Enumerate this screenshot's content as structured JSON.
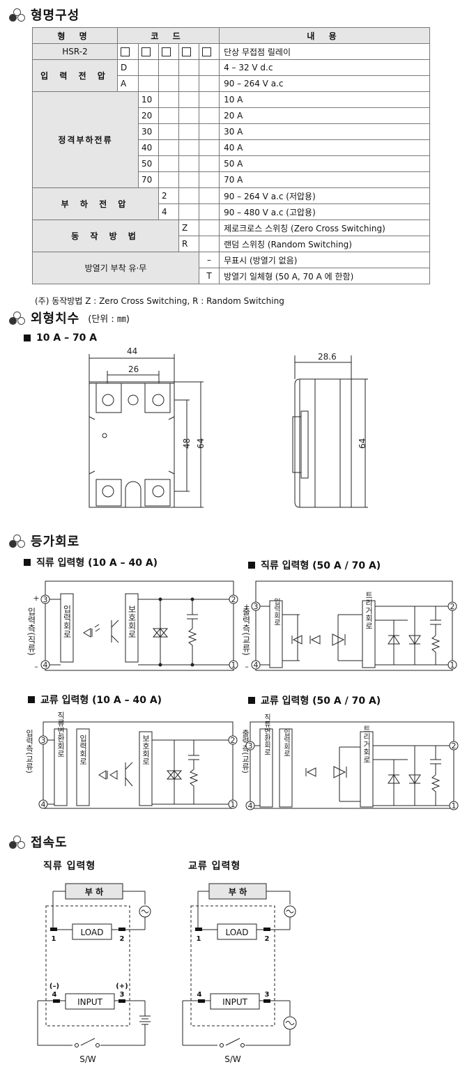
{
  "section1": {
    "title": "형명구성"
  },
  "table": {
    "headers": [
      "형 명",
      "코 드",
      "내 용"
    ],
    "model": "HSR-2",
    "model_desc": "단상 무접점 릴레이",
    "input_label": "입 력 전 압",
    "input_rows": [
      {
        "code": "D",
        "desc": "4 – 32 V d.c"
      },
      {
        "code": "A",
        "desc": "90 – 264 V a.c"
      }
    ],
    "current_label": "정격부하전류",
    "current_rows": [
      {
        "code": "10",
        "desc": "10 A"
      },
      {
        "code": "20",
        "desc": "20 A"
      },
      {
        "code": "30",
        "desc": "30 A"
      },
      {
        "code": "40",
        "desc": "40 A"
      },
      {
        "code": "50",
        "desc": "50 A"
      },
      {
        "code": "70",
        "desc": "70 A"
      }
    ],
    "load_label": "부 하 전 압",
    "load_rows": [
      {
        "code": "2",
        "desc": "90 – 264 V a.c (저압용)"
      },
      {
        "code": "4",
        "desc": "90 – 480 V a.c (고압용)"
      }
    ],
    "method_label": "동 작 방 법",
    "method_rows": [
      {
        "code": "Z",
        "desc": "제로크로스 스위칭 (Zero Cross Switching)"
      },
      {
        "code": "R",
        "desc": "랜덤 스위칭 (Random Switching)"
      }
    ],
    "heatsink_label": "방열기 부착 유·무",
    "heatsink_rows": [
      {
        "code": "–",
        "desc": "무표시 (방열기 없음)"
      },
      {
        "code": "T",
        "desc": "방열기 일체형 (50 A, 70 A 에 한함)"
      }
    ]
  },
  "note": "(주) 동작방법 Z : Zero Cross Switching, R : Random Switching",
  "section2": {
    "title": "외형치수",
    "unit": "(단위 : ㎜)"
  },
  "dims": {
    "subtitle": "10 A – 70 A",
    "w44": "44",
    "w26": "26",
    "h48": "48",
    "h64": "64",
    "d286": "28.6",
    "h64b": "64"
  },
  "section3": {
    "title": "등가회로"
  },
  "circuits": {
    "dc_small": "직류 입력형 (10 A – 40 A)",
    "dc_large": "직류 입력형  (50 A / 70 A)",
    "ac_small": "교류 입력형 (10 A – 40 A)",
    "ac_large": "교류 입력형  (50 A / 70 A)",
    "in_circuit": "입력회로",
    "protect": "보호회로",
    "trigger": "트리거회로",
    "conv": "직류변환회로",
    "side_in_dc": "입력측(직류)",
    "side_in_ac": "입력측(교류)",
    "side_out": "출력측(교류)",
    "t1": "1",
    "t2": "2",
    "t3": "3",
    "t4": "4",
    "plus": "+",
    "minus": "–"
  },
  "section4": {
    "title": "접속도"
  },
  "wiring": {
    "dc_title": "직류  입력형",
    "ac_title": "교류  입력형",
    "load_kr": "부  하",
    "load": "LOAD",
    "input": "INPUT",
    "sw": "S/W",
    "n1": "1",
    "n2": "2",
    "n3": "3",
    "n4": "4",
    "neg": "(–)",
    "pos": "(+)"
  }
}
